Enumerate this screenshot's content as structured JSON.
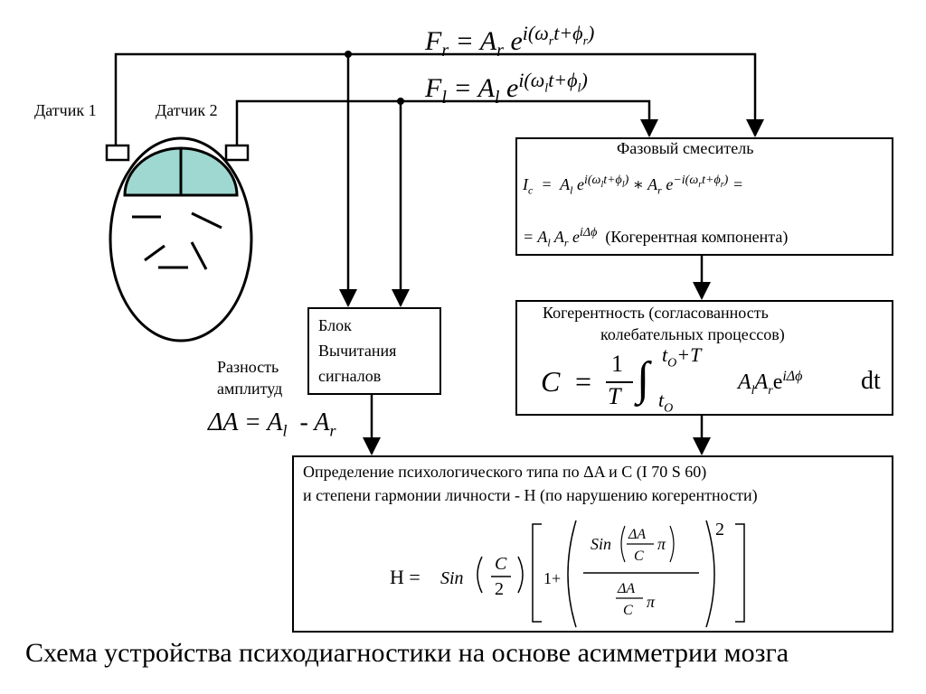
{
  "formulas": {
    "fr_lhs": "F",
    "fr_sub": "r",
    "fr_rhs": "= A",
    "fr_exp": "i(ω",
    "fr_exp2": "t+ϕ",
    "fl_lhs": "F",
    "fl_sub": "l",
    "fl_rhs": "= A",
    "fl_exp": "i(ω",
    "fl_exp2": "t+ϕ"
  },
  "sensors": {
    "sensor1": "Датчик 1",
    "sensor2": "Датчик 2"
  },
  "mixer": {
    "title": "Фазовый смеситель",
    "coherent_label": "(Когерентная компонента)"
  },
  "coherence": {
    "line1": "Когерентность (согласованность",
    "line2": "колебательных процессов)",
    "c_letter": "C",
    "dt": "dt"
  },
  "subtract": {
    "line1": "Блок",
    "line2": "Вычитания",
    "line3": "сигналов"
  },
  "amp_diff": {
    "line1": "Разность",
    "line2": "амплитуд",
    "formula": "ΔA = A"
  },
  "result": {
    "line1": "Определение психологического типа  по  ΔA  и С   (I 70 S 60)",
    "line2": "и степени гармонии личности  - Н (по нарушению когерентности)",
    "h_formula_lhs": "H  =",
    "sin": "Sin"
  },
  "caption": "Схема устройства психодиагностики на основе асимметрии мозга",
  "colors": {
    "brain_fill": "#9fd8d0",
    "line": "#000000"
  }
}
